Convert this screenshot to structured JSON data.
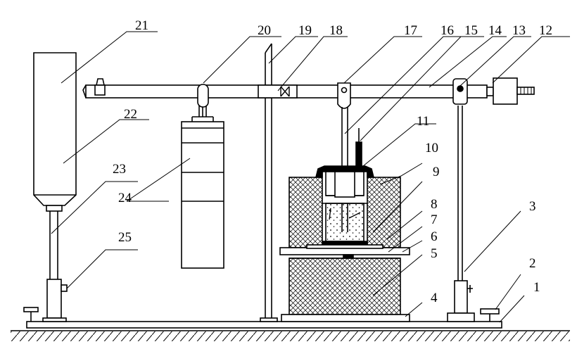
{
  "labels": {
    "l1": "1",
    "l2": "2",
    "l3": "3",
    "l4": "4",
    "l5": "5",
    "l6": "6",
    "l7": "7",
    "l8": "8",
    "l9": "9",
    "l10": "10",
    "l11": "11",
    "l12": "12",
    "l13": "13",
    "l14": "14",
    "l15": "15",
    "l16": "16",
    "l17": "17",
    "l18": "18",
    "l19": "19",
    "l20": "20",
    "l21": "21",
    "l22": "22",
    "l23": "23",
    "l24": "24",
    "l25": "25"
  },
  "colors": {
    "ink": "#000000",
    "background": "#ffffff"
  }
}
